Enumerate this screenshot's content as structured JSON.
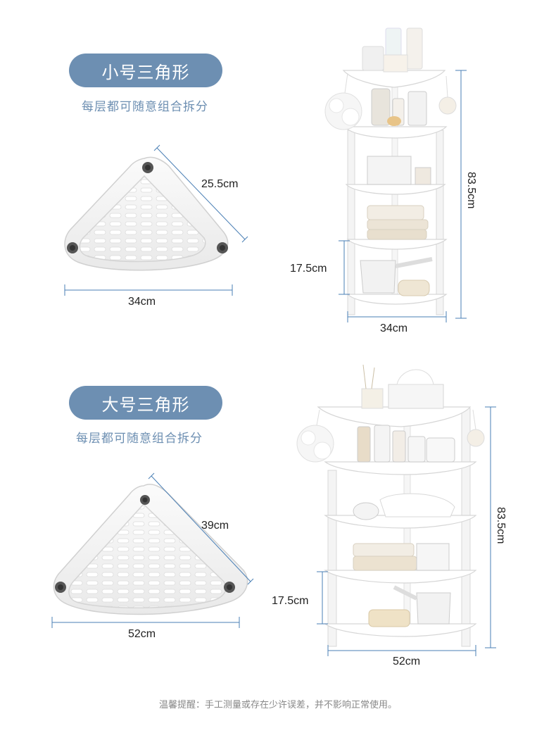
{
  "small": {
    "title": "小号三角形",
    "subtitle": "每层都可随意组合拆分",
    "tray_side": "25.5cm",
    "tray_width": "34cm",
    "rack_height": "83.5cm",
    "rack_gap": "17.5cm",
    "rack_width": "34cm"
  },
  "large": {
    "title": "大号三角形",
    "subtitle": "每层都可随意组合拆分",
    "tray_side": "39cm",
    "tray_width": "52cm",
    "rack_height": "83.5cm",
    "rack_gap": "17.5cm",
    "rack_width": "52cm"
  },
  "footer_note": "温馨提醒：手工测量或存在少许误差，并不影响正常使用。",
  "colors": {
    "accent": "#6d8fb2",
    "dimension_line": "#4a7fb5"
  }
}
